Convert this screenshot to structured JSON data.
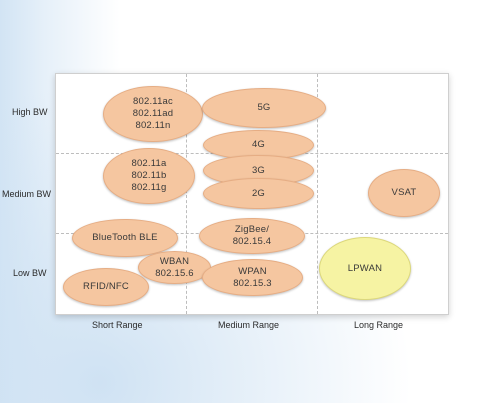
{
  "rows": [
    "High BW",
    "Medium BW",
    "Low BW"
  ],
  "columns": [
    "Short Range",
    "Medium Range",
    "Long Range"
  ],
  "technologies": [
    {
      "label": "802.11ac\n802.11ad\n802.11n",
      "color": "#f5c6a0"
    },
    {
      "label": "5G",
      "color": "#f5c6a0"
    },
    {
      "label": "4G",
      "color": "#f5c6a0"
    },
    {
      "label": "3G",
      "color": "#f5c6a0"
    },
    {
      "label": "2G",
      "color": "#f5c6a0"
    },
    {
      "label": "802.11a\n802.11b\n802.11g",
      "color": "#f5c6a0"
    },
    {
      "label": "VSAT",
      "color": "#f5c6a0"
    },
    {
      "label": "BlueTooth BLE",
      "color": "#f5c6a0"
    },
    {
      "label": "ZigBee/\n802.15.4",
      "color": "#f5c6a0"
    },
    {
      "label": "WBAN\n802.15.6",
      "color": "#f5c6a0"
    },
    {
      "label": "WPAN\n802.15.3",
      "color": "#f5c6a0"
    },
    {
      "label": "RFID/NFC",
      "color": "#f5c6a0"
    },
    {
      "label": "LPWAN",
      "color": "#f6f3a3"
    }
  ]
}
